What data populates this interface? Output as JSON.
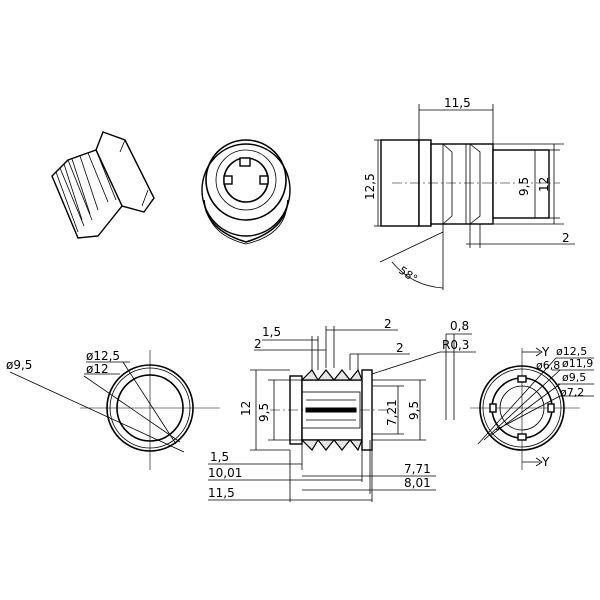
{
  "top_view": {
    "dim_length": "11,5",
    "dim_outer_height": "12,5",
    "dim_bore": "9,5",
    "dim_body": "12",
    "dim_flange_step": "2",
    "dim_angle": "58°"
  },
  "front_view": {
    "dim_outer_dia": "ø12,5",
    "dim_body_dia": "ø12",
    "dim_bore_dia": "ø9,5"
  },
  "section_view": {
    "dim_slot": "1,5",
    "dim_gap_top": "2",
    "dim_gap_left": "2",
    "dim_groove": "2",
    "dim_chamfer": "0,8",
    "dim_radius": "R0,3",
    "dim_height": "12",
    "dim_inner": "9,5",
    "dim_inner_right": "7,21",
    "dim_bore_right": "9,5",
    "dim_flange": "1,5",
    "dim_len_a": "10,01",
    "dim_len_total": "11,5",
    "dim_len_b": "7,71",
    "dim_len_c": "8,01"
  },
  "rear_view": {
    "dim_d1": "ø12,5",
    "dim_d2": "ø6,8",
    "dim_d3": "ø11,9",
    "dim_d4": "ø9,5",
    "dim_d5": "ø7,2",
    "axis_y_top": "Y",
    "axis_y_bottom": "Y"
  }
}
